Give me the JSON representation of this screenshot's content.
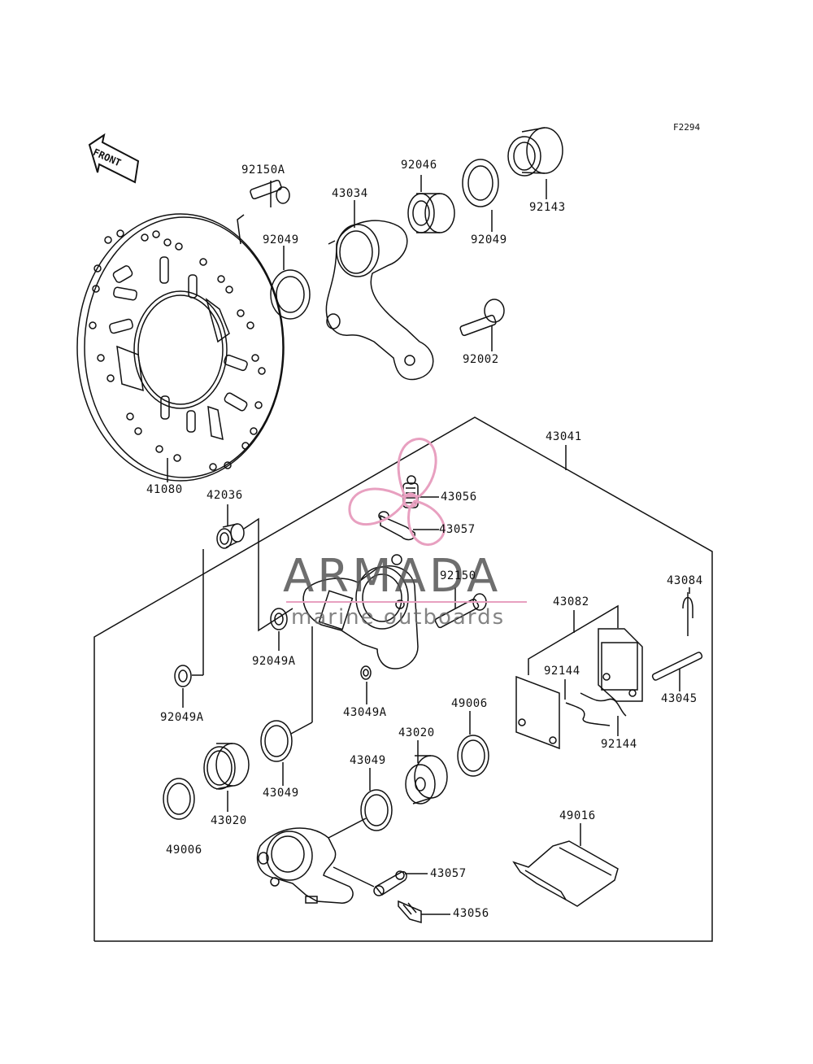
{
  "diagram_code": "F2294",
  "front_arrow_text": "FRONT",
  "watermark": {
    "title": "ARMADA",
    "subtitle": "marine outboards",
    "logo_color": "#e8a0c0"
  },
  "labels": {
    "p92150A": "92150A",
    "p43034": "43034",
    "p92046": "92046",
    "p92143": "92143",
    "p92049_top": "92049",
    "p92049_right": "92049",
    "p92002": "92002",
    "p41080": "41080",
    "p43041": "43041",
    "p42036": "42036",
    "p43056_top": "43056",
    "p43057_top": "43057",
    "p92150": "92150",
    "p43084": "43084",
    "p43082": "43082",
    "p92049A_mid": "92049A",
    "p92049A_left": "92049A",
    "p92144_a": "92144",
    "p92144_b": "92144",
    "p43045": "43045",
    "p43049A": "43049A",
    "p49006_right": "49006",
    "p43020_right": "43020",
    "p43049_right": "43049",
    "p43049_left": "43049",
    "p43020_left": "43020",
    "p49006_left": "49006",
    "p49016": "49016",
    "p43057_bottom": "43057",
    "p43056_bottom": "43056"
  }
}
